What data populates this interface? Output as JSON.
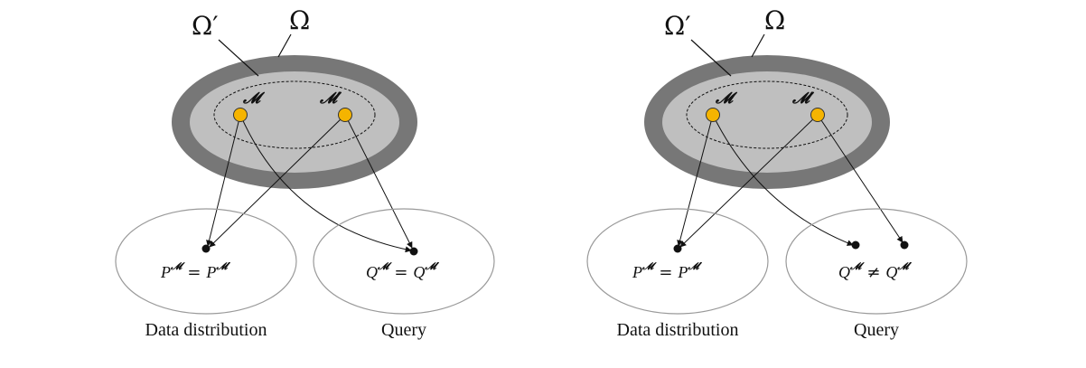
{
  "panels": [
    {
      "omega_prime": "Ω′",
      "omega": "Ω",
      "model_1": "𝓜",
      "model_2": "𝓜′",
      "left_equation": {
        "lhs": "P",
        "lhs_sup": "𝓜",
        "op": "=",
        "rhs": "P",
        "rhs_sup": "𝓜′"
      },
      "right_equation": {
        "lhs": "Q",
        "lhs_sup": "𝓜",
        "op": "=",
        "rhs": "Q",
        "rhs_sup": "𝓜′"
      },
      "left_caption": "Data distribution",
      "right_caption": "Query"
    },
    {
      "omega_prime": "Ω′",
      "omega": "Ω",
      "model_1": "𝓜",
      "model_2": "𝓜′",
      "left_equation": {
        "lhs": "P",
        "lhs_sup": "𝓜",
        "op": "=",
        "rhs": "P",
        "rhs_sup": "𝓜′"
      },
      "right_equation": {
        "lhs": "Q",
        "lhs_sup": "𝓜",
        "op": "≠",
        "rhs": "Q",
        "rhs_sup": "𝓜′"
      },
      "left_caption": "Data distribution",
      "right_caption": "Query"
    }
  ],
  "colors": {
    "outer_ring": "#777777",
    "inner_fill": "#bfbfbf",
    "model_node": "#f5b400",
    "ellipse_stroke": "#9a9a9a"
  }
}
